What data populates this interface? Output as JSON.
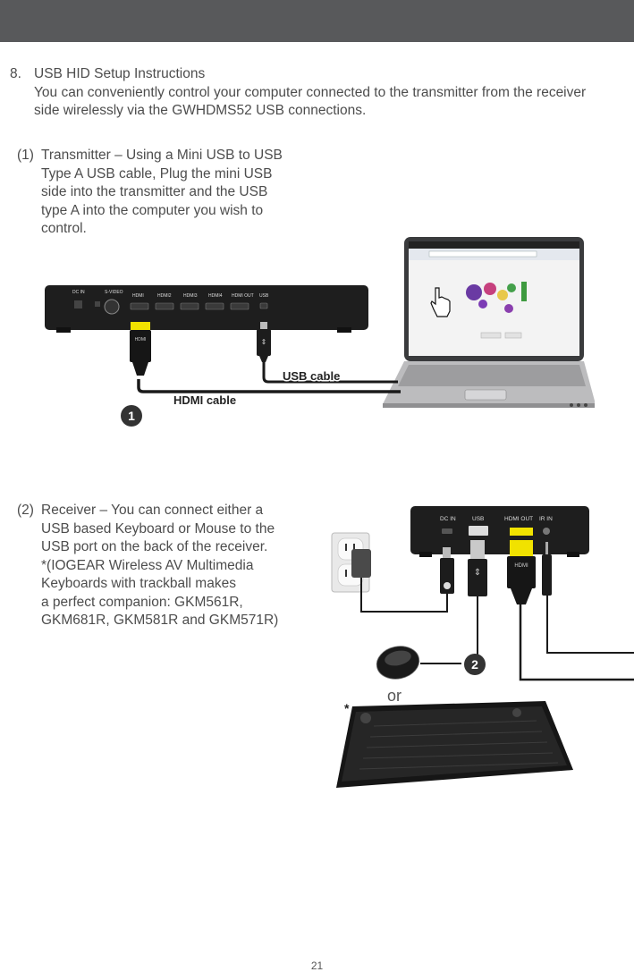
{
  "section": {
    "number": "8.",
    "title": "USB HID Setup Instructions",
    "intro_lines": [
      "You can conveniently control your computer connected to the transmitter from the receiver",
      "side wirelessly via the GWHDMS52 USB connections."
    ]
  },
  "step1": {
    "number": "(1)",
    "lines": [
      "Transmitter – Using a Mini USB to USB",
      "Type A USB cable, Plug the mini USB",
      "side into the transmitter and the USB",
      "type A into the computer you wish to",
      "control."
    ]
  },
  "step2": {
    "number": "(2)",
    "lines": [
      "Receiver – You can connect either a",
      "USB based Keyboard or Mouse to the",
      "USB port on the back of the receiver.",
      "*(IOGEAR Wireless AV Multimedia",
      "Keyboards with trackball makes",
      "a perfect companion: GKM561R,",
      "GKM681R, GKM581R and GKM571R)"
    ]
  },
  "diagram1": {
    "usb_cable_label": "USB cable",
    "hdmi_cable_label": "HDMI cable",
    "step_badge": "1",
    "port_labels": [
      "DC IN",
      "S-VIDEO",
      "HDMI",
      "HDMI2",
      "HDMI3",
      "HDMI4",
      "HDMI OUT",
      "USB"
    ],
    "plug_label": "HDMI"
  },
  "diagram2": {
    "port_labels": [
      "DC IN",
      "USB",
      "HDMI OUT",
      "IR IN"
    ],
    "plug_label": "HDMI",
    "step_badge": "2",
    "or_label": "or",
    "asterisk": "*"
  },
  "page_number": "21",
  "colors": {
    "topbar": "#58595b",
    "device": "#1e1e1e",
    "hdmi_gold": "#f1e200",
    "badge": "#333333"
  }
}
